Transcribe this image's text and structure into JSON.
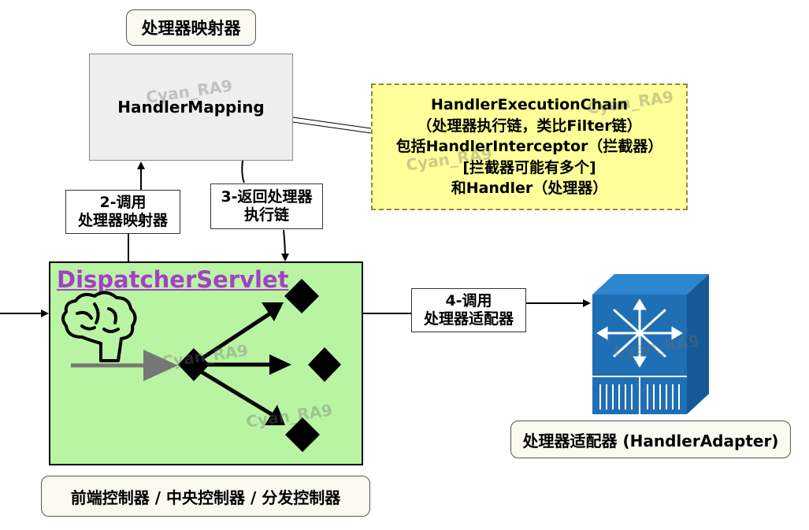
{
  "top_label": "处理器映射器",
  "handler_mapping": "HandlerMapping",
  "chain_note": {
    "line1": "HandlerExecutionChain",
    "line2": "（处理器执行链，类比Filter链）",
    "line3": "包括HandlerInterceptor（拦截器）",
    "line4": "[拦截器可能有多个]",
    "line5": "和Handler（处理器）"
  },
  "step2": {
    "line1": "2-调用",
    "line2": "处理器映射器"
  },
  "step3": {
    "line1": "3-返回处理器",
    "line2": "执行链"
  },
  "step4": {
    "line1": "4-调用",
    "line2": "处理器适配器"
  },
  "dispatcher_servlet": "DispatcherServlet",
  "bottom_label": "前端控制器 / 中央控制器 / 分发控制器",
  "adapter_label": "处理器适配器 (HandlerAdapter)",
  "watermark": "Cyan_RA9",
  "icons": [
    "brain-icon",
    "router-icon"
  ],
  "colors": {
    "dispatcher_fill": "#b9f4a3",
    "dispatcher_title": "#a340c8",
    "note_fill": "#ffff99",
    "mapping_fill": "#eeeeee",
    "router_blue": "#1f6fb5"
  }
}
